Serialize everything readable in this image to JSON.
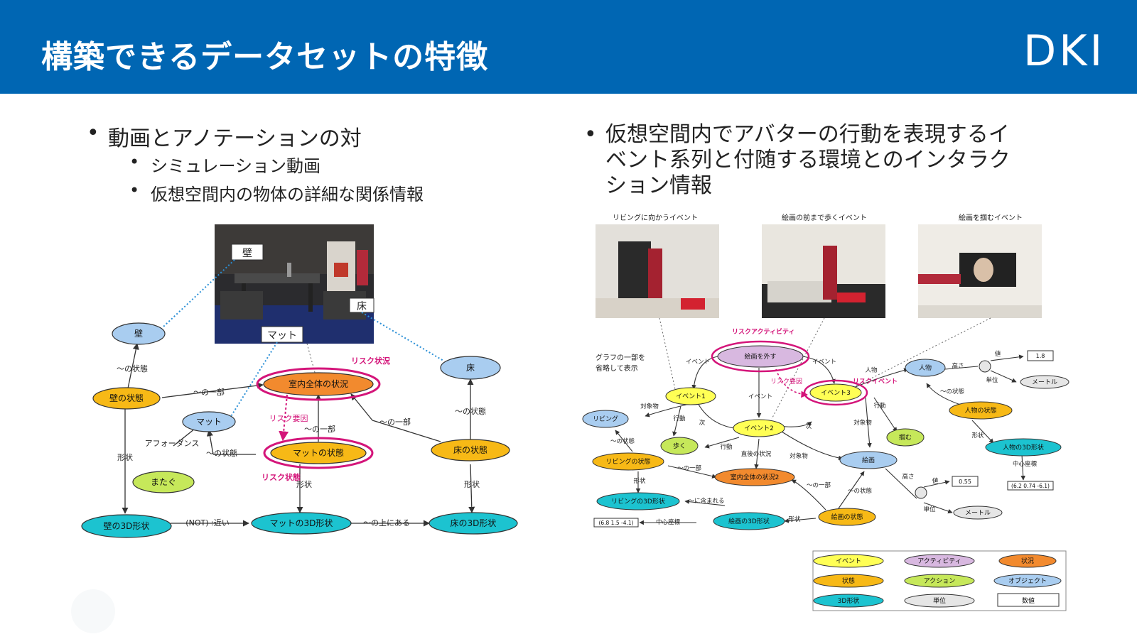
{
  "header": {
    "title": "構築できるデータセットの特徴",
    "logo_text": "DKI"
  },
  "left": {
    "bullet": "動画とアノテーションの対",
    "subs": [
      "シミュレーション動画",
      "仮想空間内の物体の詳細な関係情報"
    ],
    "photo_labels": {
      "wall": "壁",
      "floor": "床",
      "mat": "マット"
    },
    "nodes": {
      "wall": "壁",
      "floor": "床",
      "wall_state": "壁の状態",
      "room": "室内全体の状況",
      "mat": "マット",
      "mat_state": "マットの状態",
      "floor_state": "床の状態",
      "straddle": "またぐ",
      "wall3d": "壁の3D形状",
      "mat3d": "マットの3D形状",
      "floor3d": "床の3D形状"
    },
    "edges": {
      "state_of": "〜の状態",
      "part_of": "〜の一部",
      "shape": "形状",
      "affordance": "アフォーダンス",
      "risk_factor": "リスク要因",
      "near": "(NOT) :近い",
      "on_top": "〜の上にある"
    },
    "risk": {
      "situation": "リスク状況",
      "state": "リスク状態"
    }
  },
  "right": {
    "bullet_lines": [
      "仮想空間内でアバターの行動を表現するイ",
      "ベント系列と付随する環境とのインタラク",
      "ション情報"
    ],
    "captions": [
      "リビングに向かうイベント",
      "絵画の前まで歩くイベント",
      "絵画を掴むイベント"
    ],
    "omit_note": [
      "グラフの一部を",
      "省略して表示"
    ],
    "risk_activity": "リスクアクティビティ",
    "risk_event": "リスクイベント",
    "risk_factor": "リスク要因",
    "nodes": {
      "activity": "絵画を外す",
      "ev1": "イベント1",
      "ev2": "イベント2",
      "ev3": "イベント3",
      "living": "リビング",
      "walk": "歩く",
      "grab": "掴む",
      "person": "人物",
      "person_state": "人物の状態",
      "person3d": "人物の3D形状",
      "living_state": "リビングの状態",
      "room2": "室内全体の状況2",
      "painting": "絵画",
      "living3d": "リビングの3D形状",
      "painting3d": "絵画の3D形状",
      "painting_state": "絵画の状態",
      "val18": "1.8",
      "val055": "0.55",
      "meter1": "メートル",
      "meter2": "メートル",
      "center1": "(6.2 0.74 -6.1)",
      "center2": "(6.8 1.5 -4.1)"
    },
    "edges": {
      "event": "イベント",
      "target": "対象物",
      "action": "行動",
      "next": "次",
      "person": "人物",
      "height_a": "高さ",
      "value": "値",
      "unit": "単位",
      "state_of": "〜の状態",
      "shape": "形状",
      "center": "中心座標",
      "part_of": "〜の一部",
      "before_after": "直後の状況",
      "contained": "〜に含まれる",
      "height_b": "高さ"
    },
    "legend": [
      "イベント",
      "アクティビティ",
      "状況",
      "状態",
      "アクション",
      "オブジェクト",
      "3D形状",
      "単位",
      "数値"
    ]
  },
  "colors": {
    "header": "#0066b3",
    "event": "#ffff55",
    "activity": "#d8b8e0",
    "situation": "#f28a2e",
    "state": "#f7b916",
    "action": "#c6e85a",
    "object": "#a9cdf0",
    "shape3d": "#1cc3d0",
    "unit": "#e6e6e6",
    "risk": "#d4157a",
    "dotted": "#2a8fd6"
  }
}
